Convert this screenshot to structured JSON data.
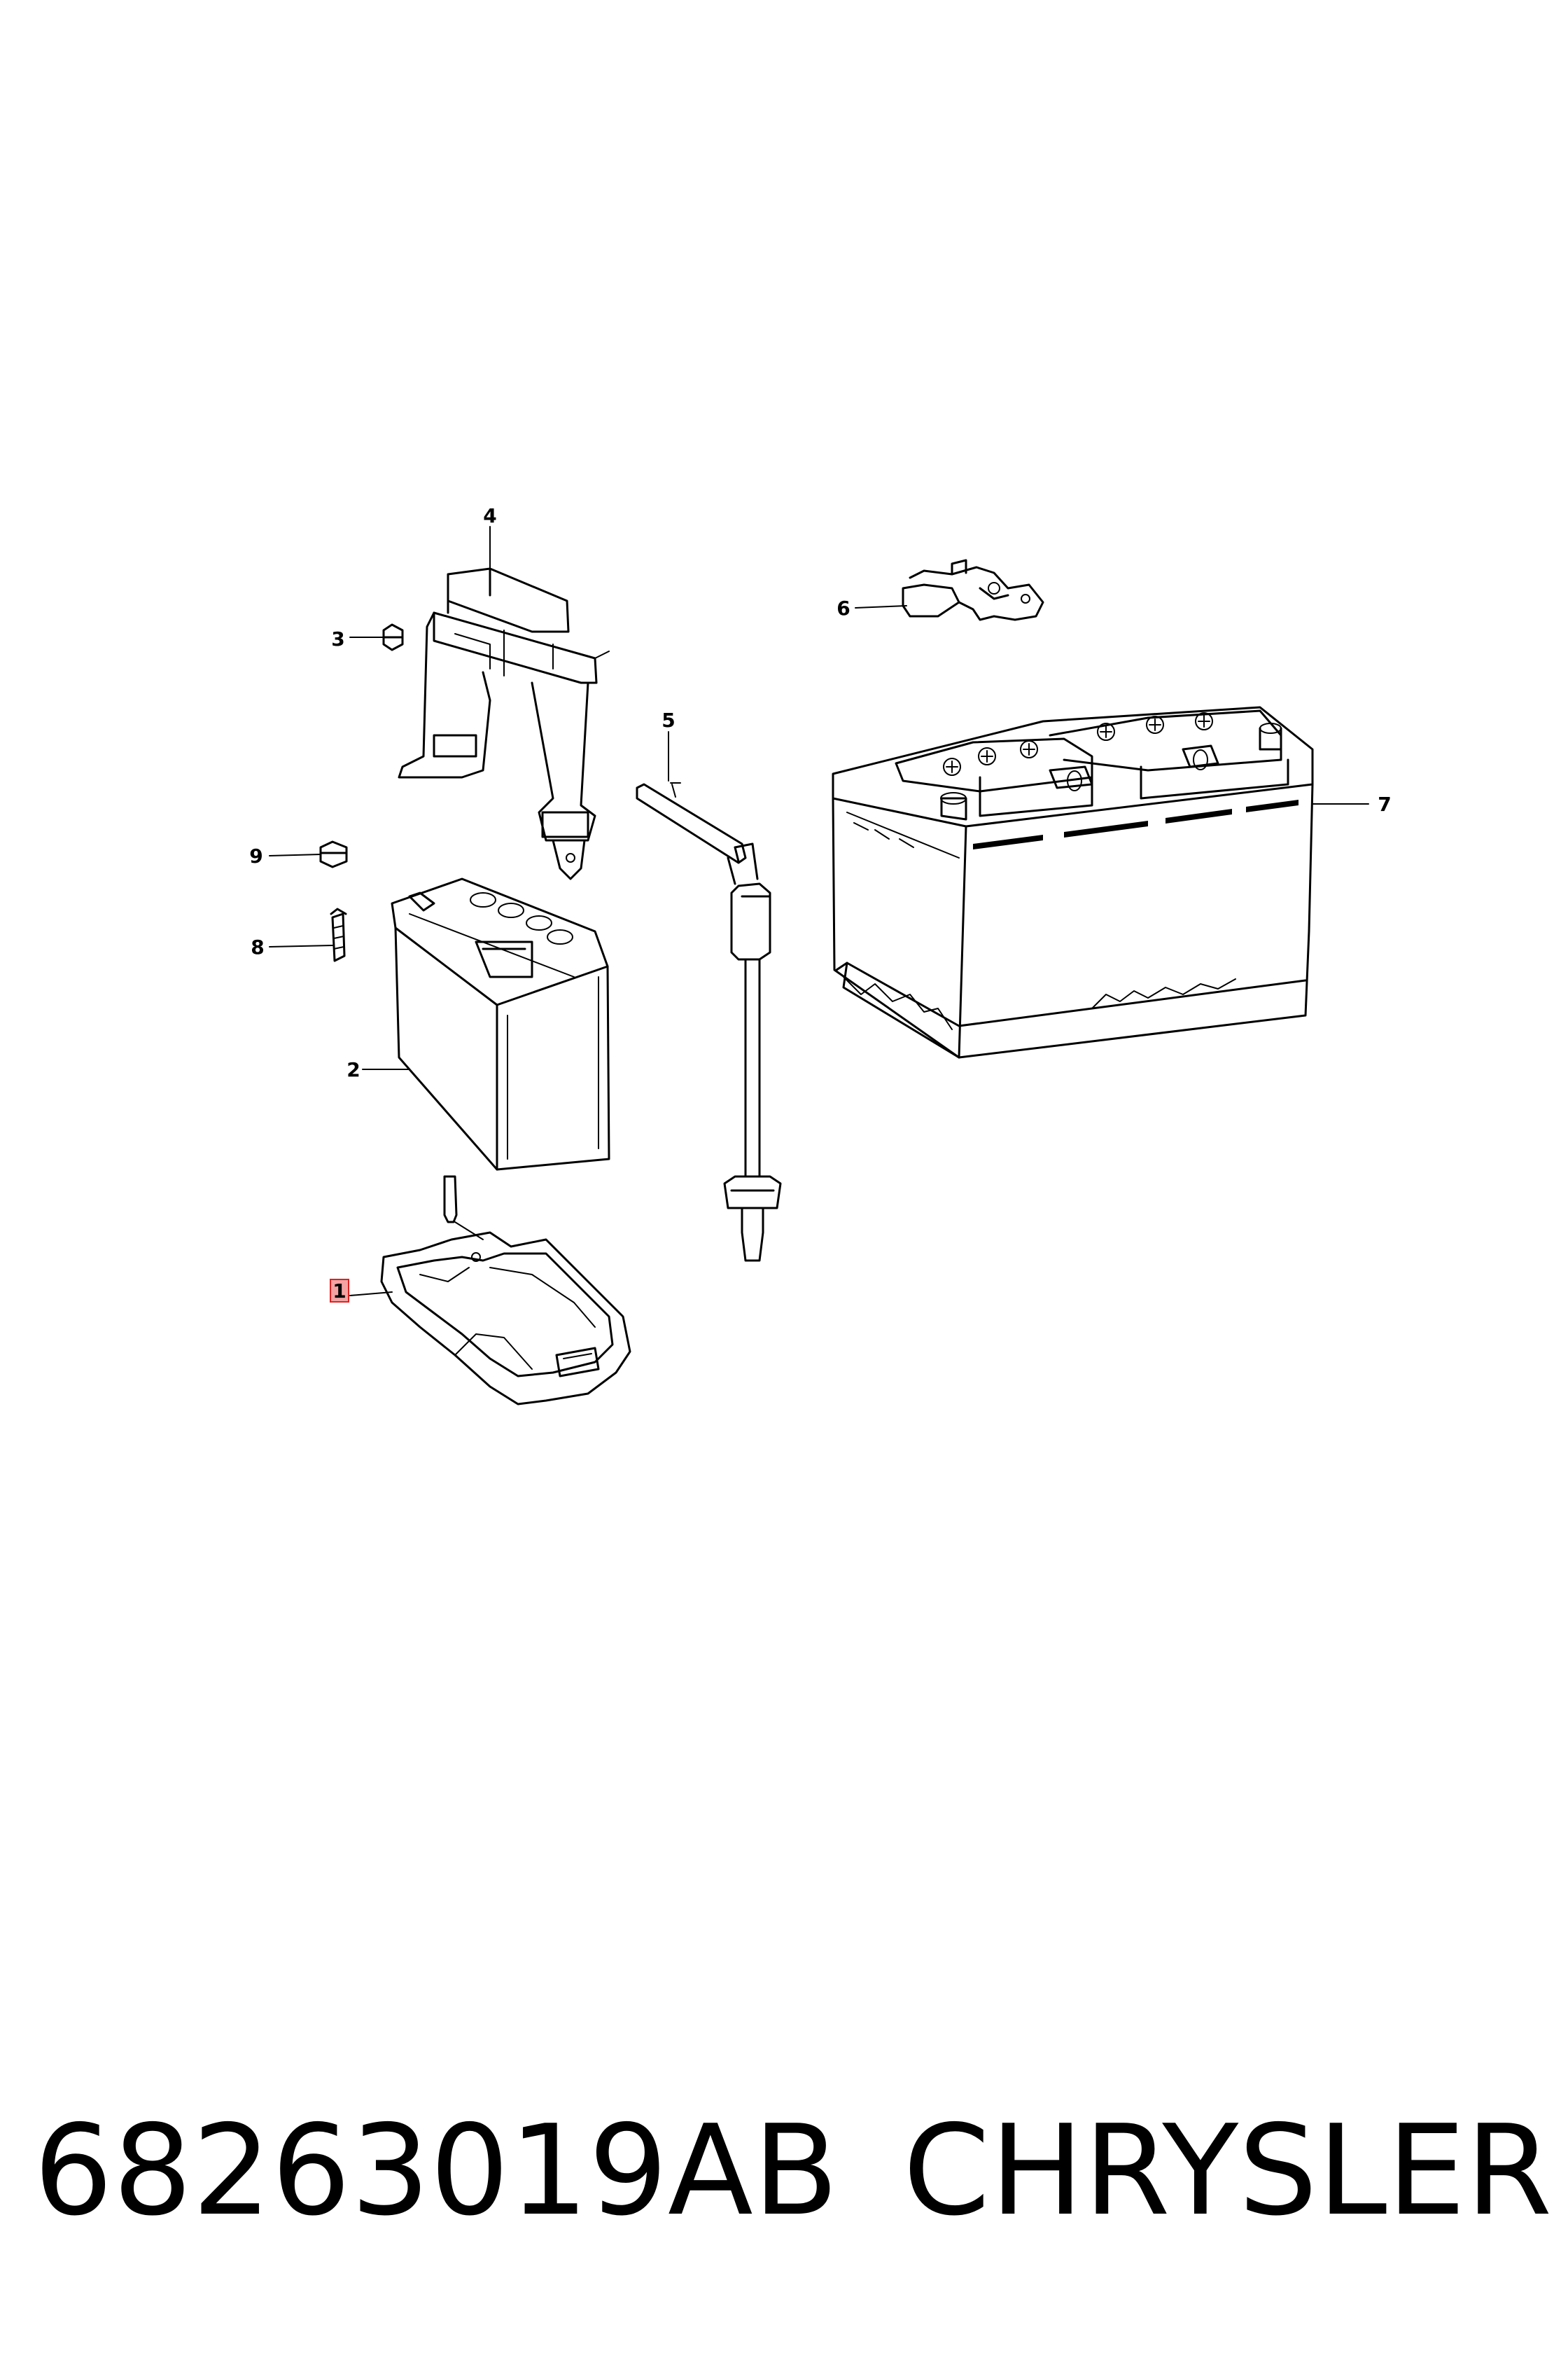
{
  "diagram": {
    "callouts": [
      {
        "id": "1",
        "label": "1",
        "highlighted": true
      },
      {
        "id": "2",
        "label": "2"
      },
      {
        "id": "3",
        "label": "3"
      },
      {
        "id": "4",
        "label": "4"
      },
      {
        "id": "5",
        "label": "5"
      },
      {
        "id": "6",
        "label": "6"
      },
      {
        "id": "7",
        "label": "7"
      },
      {
        "id": "8",
        "label": "8"
      },
      {
        "id": "9",
        "label": "9"
      }
    ],
    "highlight_color": "#f4a3a3"
  },
  "footer": {
    "part_number": "68263019AB",
    "brand": "CHRYSLER"
  }
}
